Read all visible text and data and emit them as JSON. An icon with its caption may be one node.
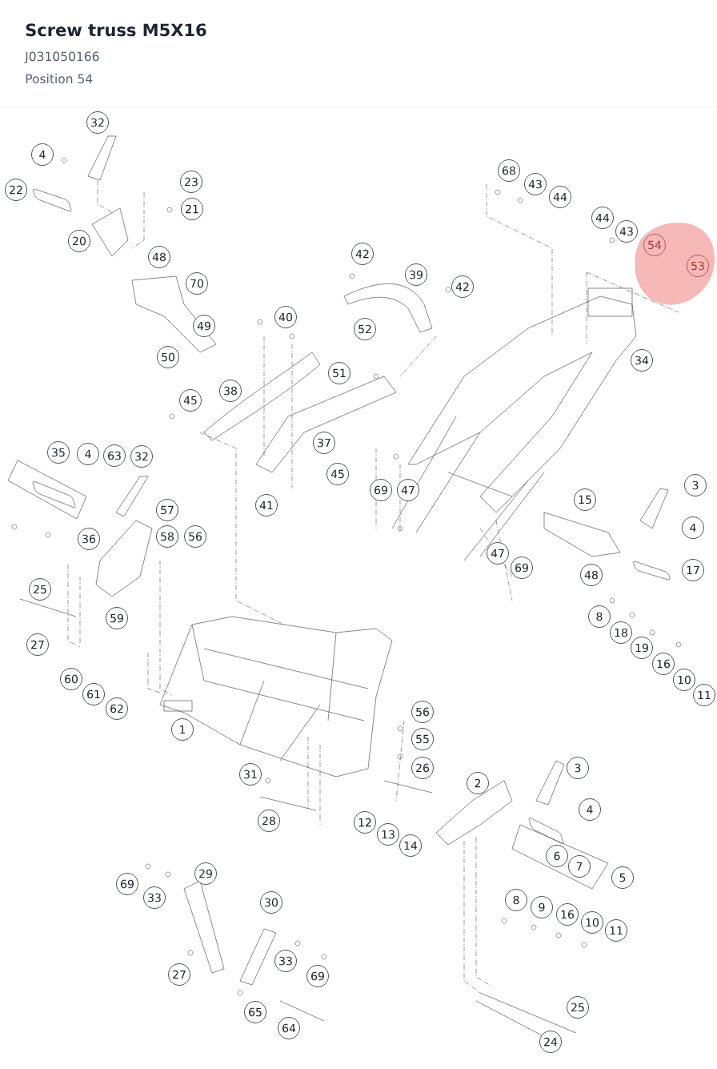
{
  "diagram": {
    "title": "Screw truss M5X16",
    "labels": [
      "J031050166",
      "Position 54",
      "32",
      "4",
      "23",
      "22",
      "68",
      "43",
      "44",
      "21",
      "44",
      "43",
      "20",
      "54",
      "48",
      "53",
      "42",
      "39",
      "70",
      "42",
      "40",
      "49",
      "52",
      "50",
      "34",
      "51",
      "38",
      "45",
      "37",
      "35",
      "4",
      "63",
      "32",
      "45",
      "3",
      "69",
      "47",
      "15",
      "41",
      "57",
      "4",
      "36",
      "58",
      "56",
      "47",
      "69",
      "17",
      "48",
      "25",
      "59",
      "8",
      "18",
      "27",
      "19",
      "16",
      "60",
      "10",
      "61",
      "11",
      "62",
      "56",
      "1",
      "55",
      "26",
      "3",
      "31",
      "2",
      "4",
      "28",
      "12",
      "13",
      "14",
      "6",
      "7",
      "5",
      "29",
      "69",
      "33",
      "8",
      "9",
      "30",
      "16",
      "10",
      "11",
      "33",
      "27",
      "69",
      "65",
      "25",
      "64",
      "24"
    ]
  }
}
